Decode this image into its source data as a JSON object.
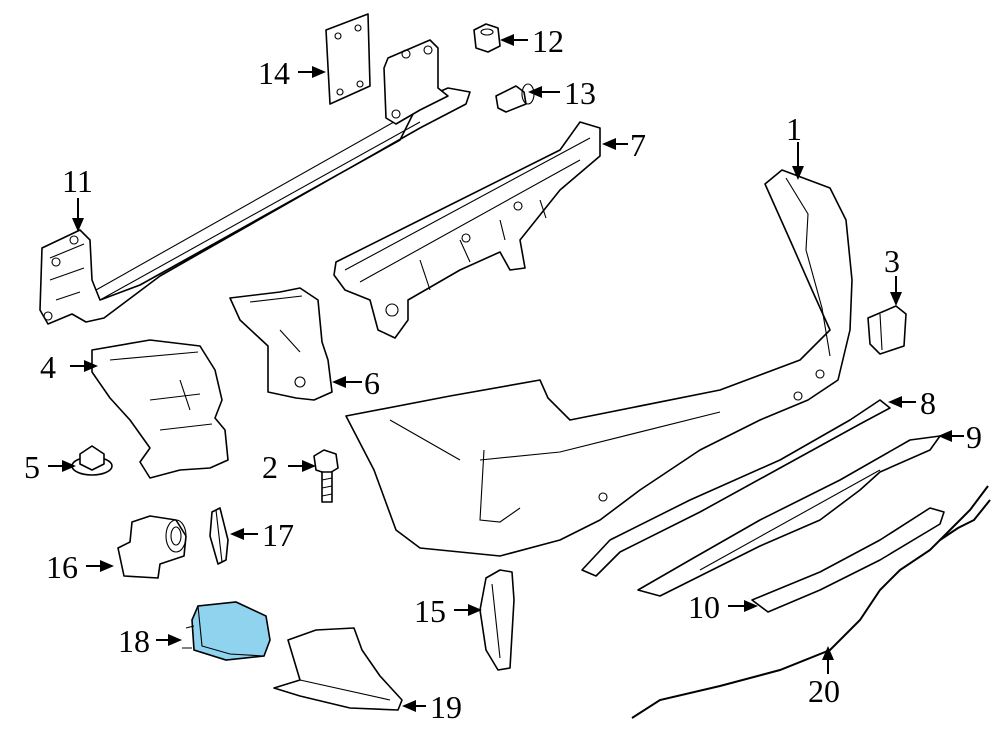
{
  "diagram": {
    "highlight_color": "#8fd3ef",
    "callouts": [
      {
        "id": "1",
        "label": "1",
        "part": "bumper-cover"
      },
      {
        "id": "2",
        "label": "2",
        "part": "bolt"
      },
      {
        "id": "3",
        "label": "3",
        "part": "side-bracket"
      },
      {
        "id": "4",
        "label": "4",
        "part": "left-side-bracket"
      },
      {
        "id": "5",
        "label": "5",
        "part": "flange-nut"
      },
      {
        "id": "6",
        "label": "6",
        "part": "support-bracket"
      },
      {
        "id": "7",
        "label": "7",
        "part": "energy-absorber"
      },
      {
        "id": "8",
        "label": "8",
        "part": "molding-upper"
      },
      {
        "id": "9",
        "label": "9",
        "part": "lower-valance"
      },
      {
        "id": "10",
        "label": "10",
        "part": "diffuser-trim"
      },
      {
        "id": "11",
        "label": "11",
        "part": "impact-bar"
      },
      {
        "id": "12",
        "label": "12",
        "part": "nut"
      },
      {
        "id": "13",
        "label": "13",
        "part": "rivet-clip"
      },
      {
        "id": "14",
        "label": "14",
        "part": "pad-plate"
      },
      {
        "id": "15",
        "label": "15",
        "part": "reflector-trim"
      },
      {
        "id": "16",
        "label": "16",
        "part": "park-sensor"
      },
      {
        "id": "17",
        "label": "17",
        "part": "sensor-retainer-ring"
      },
      {
        "id": "18",
        "label": "18",
        "part": "control-module"
      },
      {
        "id": "19",
        "label": "19",
        "part": "tow-hook-cover"
      },
      {
        "id": "20",
        "label": "20",
        "part": "wiring-harness"
      }
    ]
  }
}
